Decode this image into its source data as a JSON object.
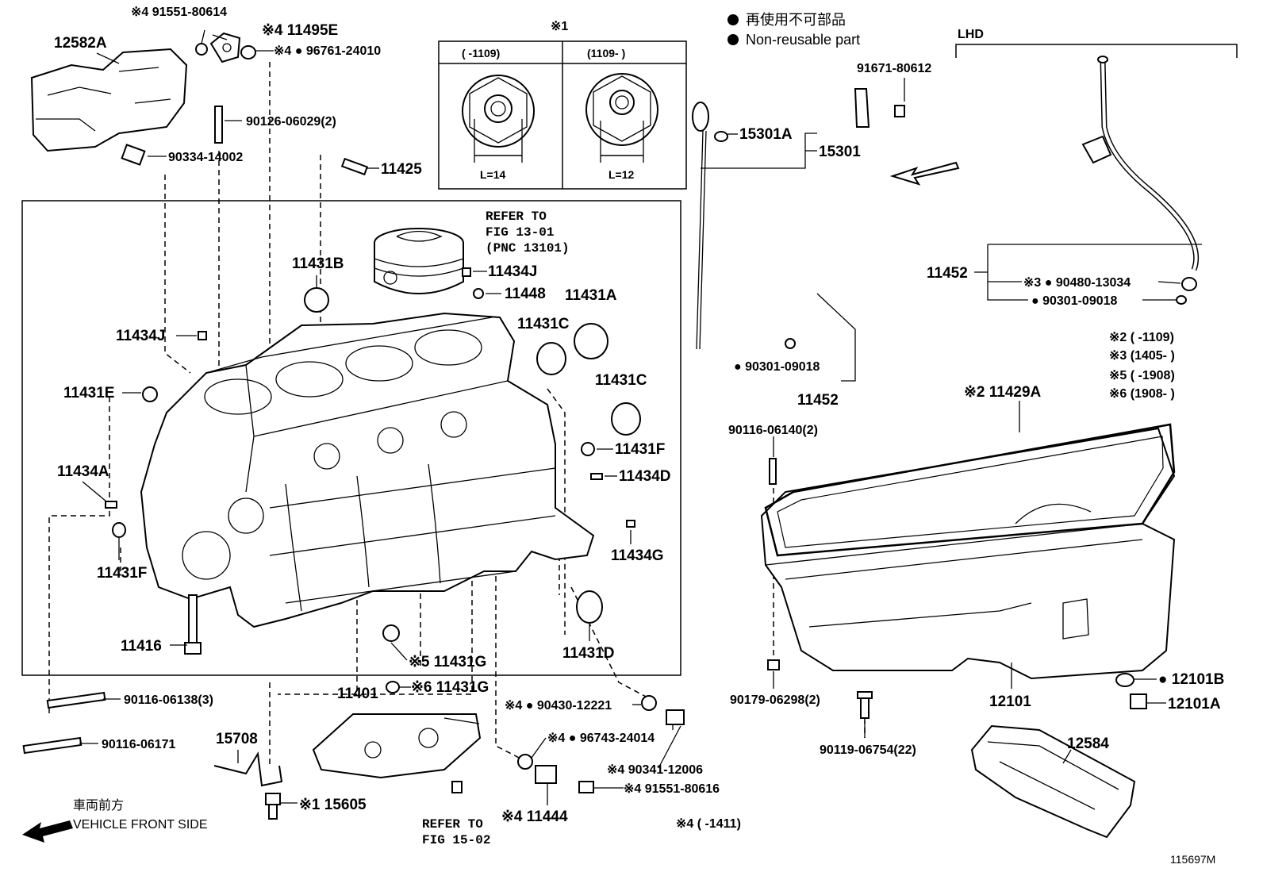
{
  "legend": {
    "jp": "再使用不可部品",
    "en": "Non-reusable part"
  },
  "figure_id": "115697M",
  "lhd": "LHD",
  "note1": {
    "mark": "※1",
    "left_range": "(      -1109)",
    "right_range": "(1109-      )",
    "left_len": "L=14",
    "right_len": "L=12"
  },
  "notes": {
    "n2": "※2 (      -1109)",
    "n3": "※3 (1405-      )",
    "n5": "※5 (      -1908)",
    "n6": "※6 (1908-      )",
    "n4": "※4 (      -1411)"
  },
  "refs": {
    "fig1301_a": "REFER TO",
    "fig1301_b": "FIG 13-01",
    "fig1301_c": "(PNC 13101)",
    "fig1502_a": "REFER TO",
    "fig1502_b": "FIG 15-02"
  },
  "vehicle": {
    "jp": "車両前方",
    "en": "VEHICLE FRONT SIDE"
  },
  "parts": {
    "p91551_80614": "※4 91551-80614",
    "p11495E": "※4 11495E",
    "p96761": "※4 ● 96761-24010",
    "p12582A": "12582A",
    "p90126": "90126-06029(2)",
    "p90334": "90334-14002",
    "p11425": "11425",
    "p11431B": "11431B",
    "p11434J_a": "11434J",
    "p11448": "11448",
    "p11431A": "11431A",
    "p11431C_a": "11431C",
    "p11431C_b": "11431C",
    "p11434J_b": "11434J",
    "p11431E": "11431E",
    "p11434A": "11434A",
    "p11431F_a": "11431F",
    "p11431F_b": "11431F",
    "p11434D": "11434D",
    "p11434G": "11434G",
    "p11416": "11416",
    "p11431D": "11431D",
    "p11431G_a": "※5 11431G",
    "p11431G_b": "※6 11431G",
    "p11401": "11401",
    "p90116_06138": "90116-06138(3)",
    "p90116_06171": "90116-06171",
    "p15708": "15708",
    "p15605": "※1 15605",
    "p90430": "※4 ● 90430-12221",
    "p96743": "※4 ● 96743-24014",
    "p90341": "※4 90341-12006",
    "p91551_80616": "※4 91551-80616",
    "p11444": "※4 11444",
    "p91671": "91671-80612",
    "p15301A": "15301A",
    "p15301": "15301",
    "p90301_a": "● 90301-09018",
    "p11452_a": "11452",
    "p11452_b": "11452",
    "p90480": "※3 ● 90480-13034",
    "p90301_b": "● 90301-09018",
    "p11429A": "※2 11429A",
    "p90116_06140": "90116-06140(2)",
    "p90179": "90179-06298(2)",
    "p12101": "12101",
    "p12101B": "● 12101B",
    "p12101A": "12101A",
    "p90119": "90119-06754(22)",
    "p12584": "12584"
  }
}
